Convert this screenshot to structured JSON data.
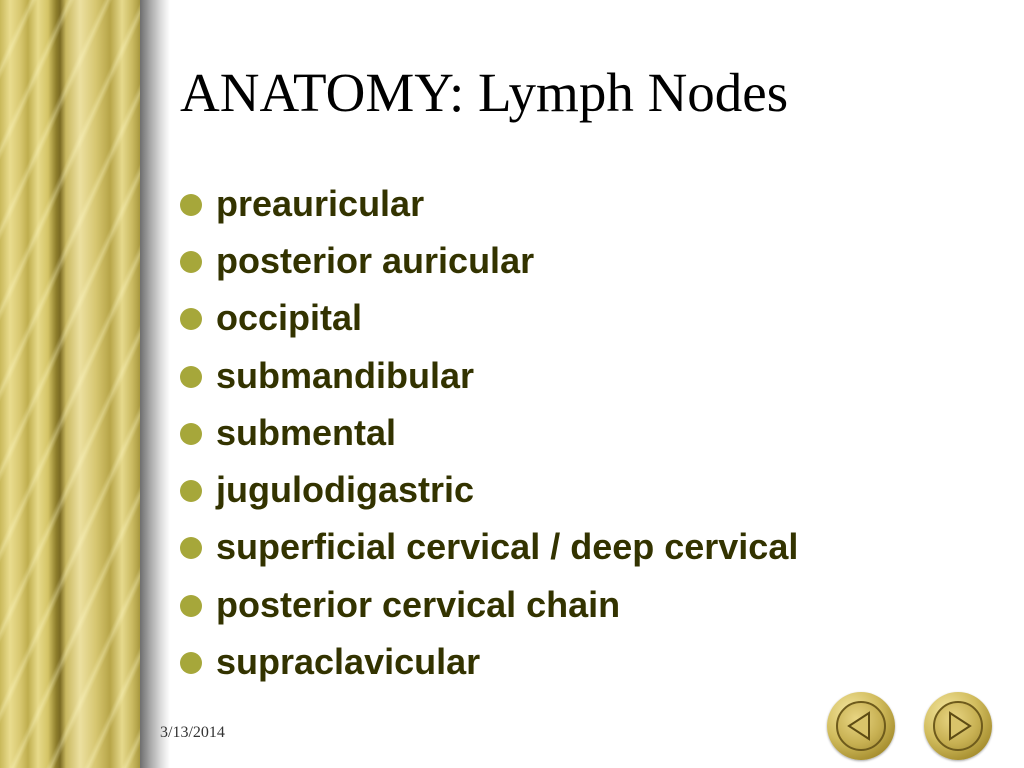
{
  "slide": {
    "title": "ANATOMY: Lymph Nodes",
    "bullets": [
      "preauricular",
      "posterior auricular",
      "occipital",
      "submandibular",
      "submental",
      "jugulodigastric",
      "superficial cervical / deep cervical",
      "posterior cervical chain",
      "supraclavicular"
    ],
    "date": "3/13/2014"
  },
  "navigation": {
    "prev_icon": "left-arrow-icon",
    "next_icon": "right-arrow-icon"
  },
  "colors": {
    "bullet_text": "#333300",
    "bullet_dot": "#a6a73a",
    "title_text": "#000000",
    "pillar_gold": "#d8c870"
  }
}
